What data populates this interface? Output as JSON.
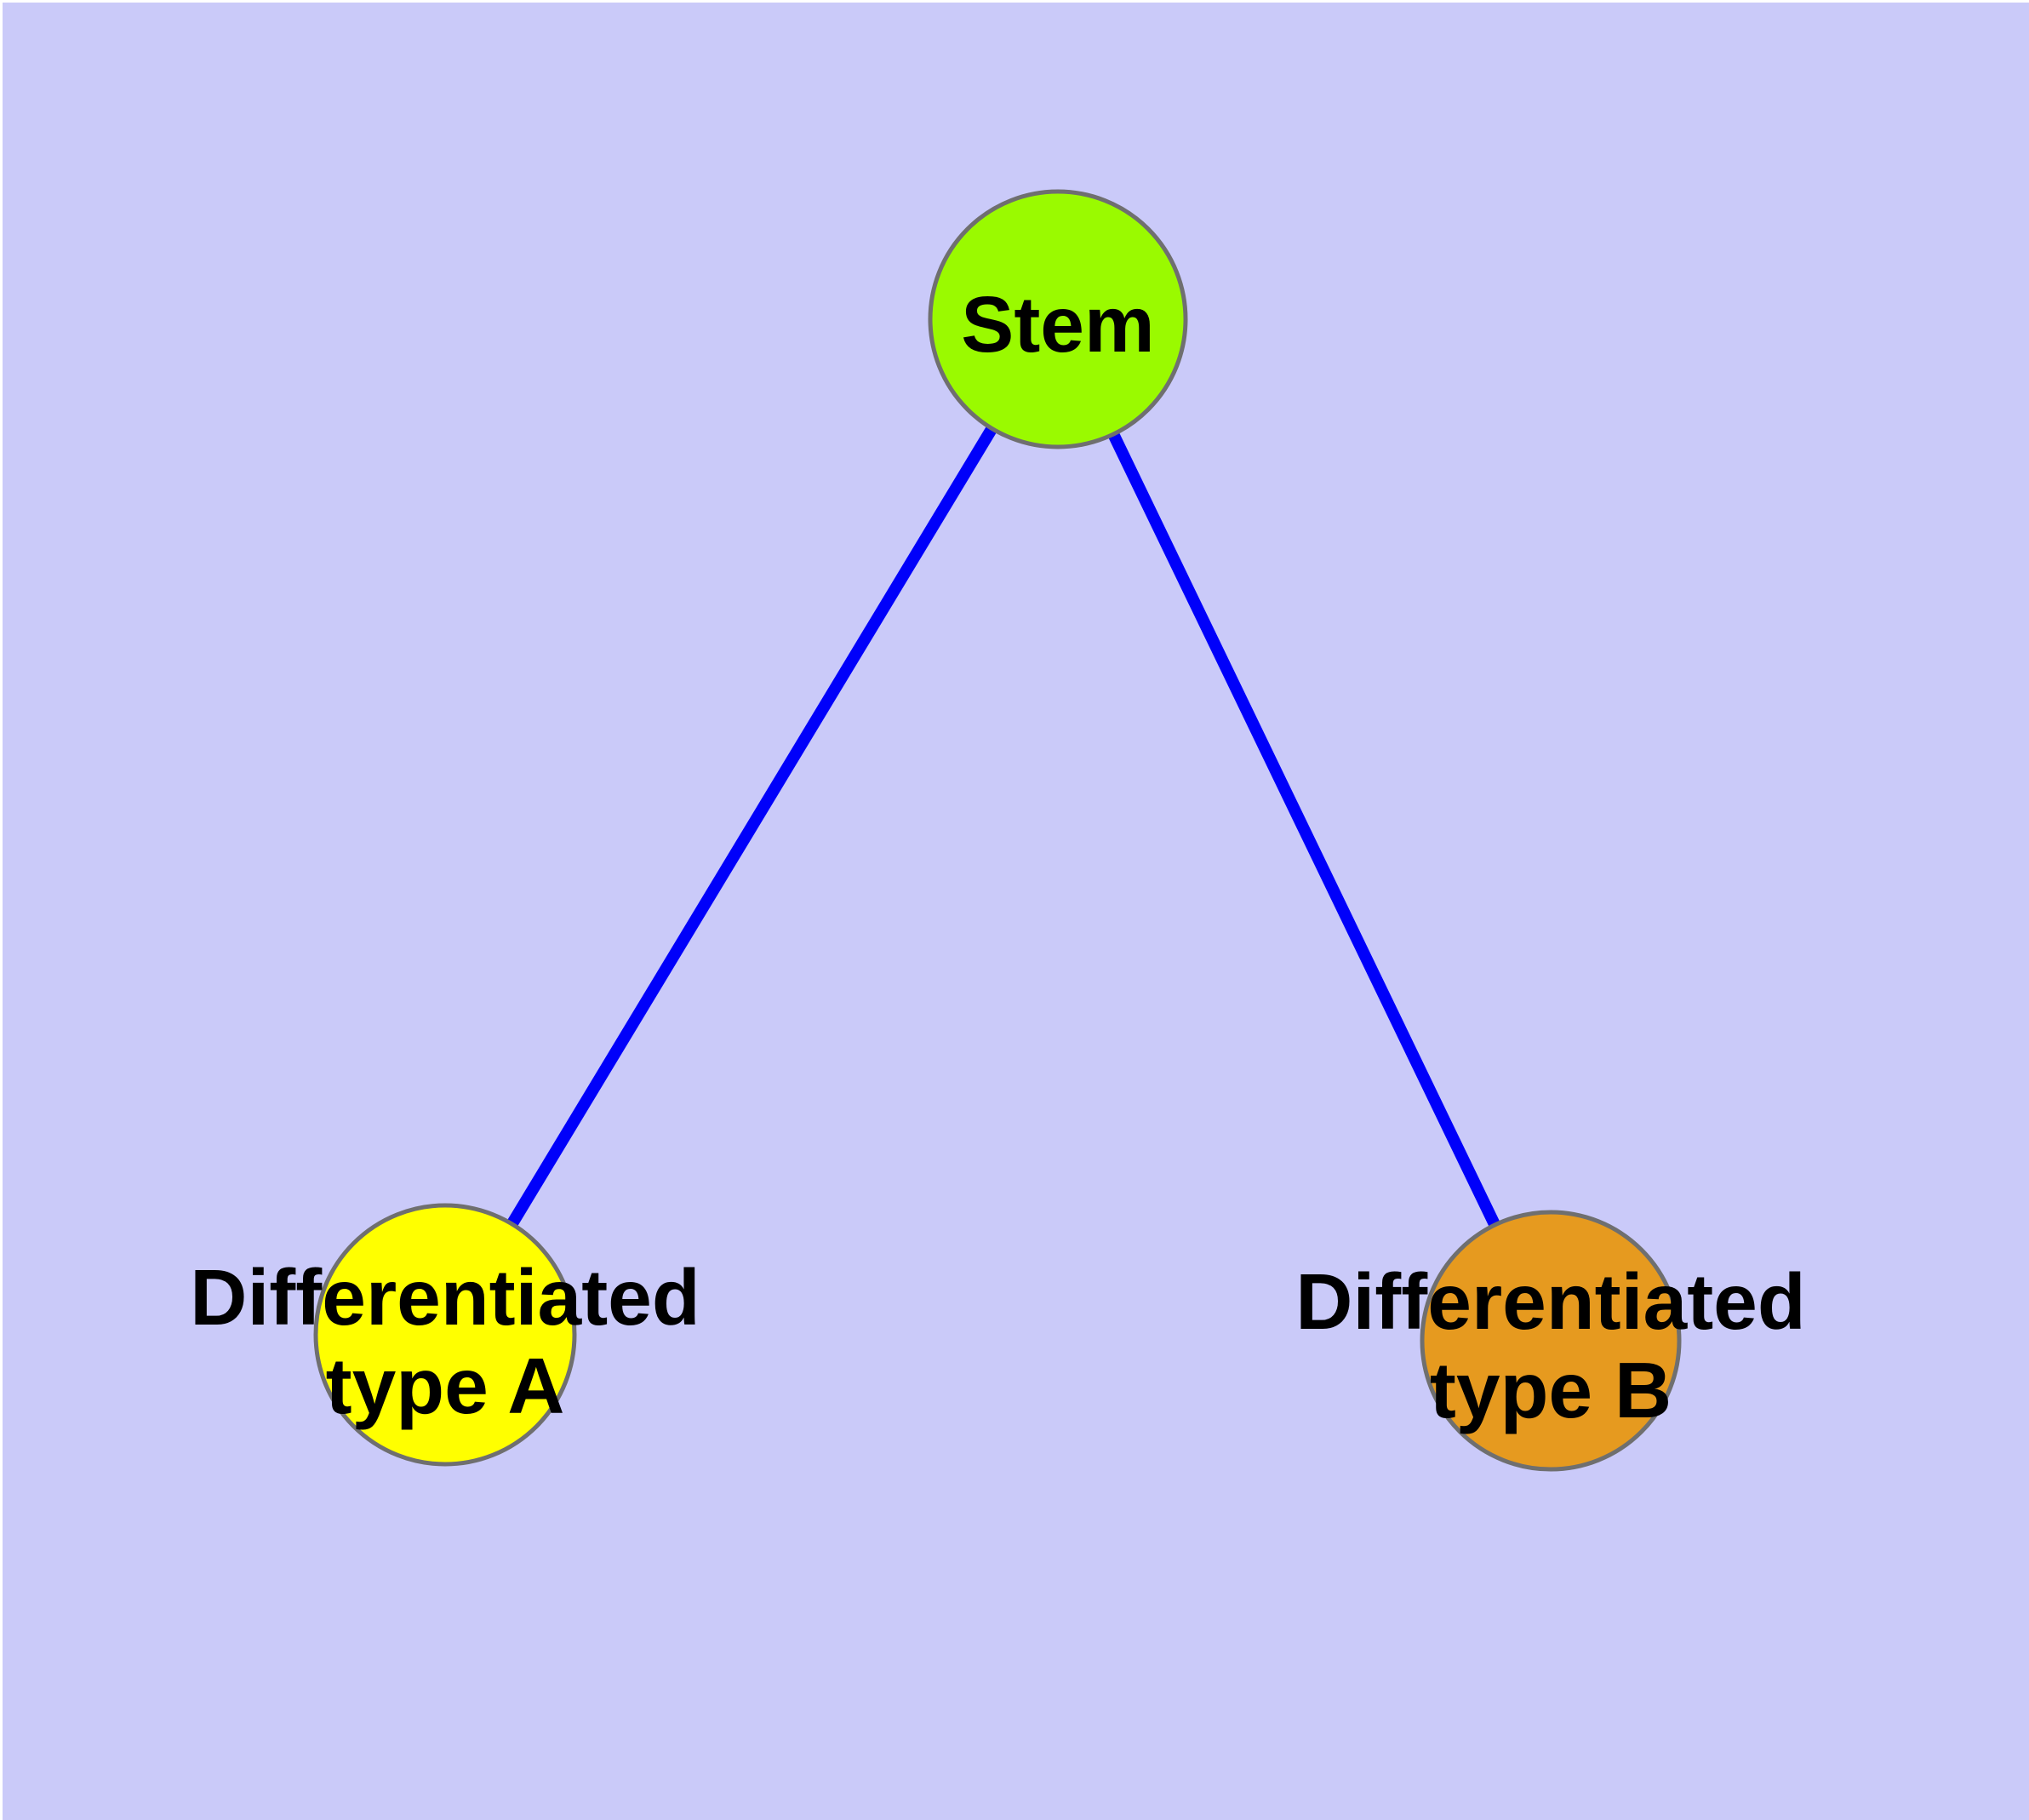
{
  "diagram": {
    "title": "",
    "background_color": "#CACAF9",
    "edge_color": "#0000FA",
    "node_border_color": "#6F6F6F",
    "label_color": "#000000",
    "nodes": [
      {
        "id": "stem",
        "label": "Stem",
        "color": "#9AFA00"
      },
      {
        "id": "type-a",
        "label": "Differentiated\ntype A",
        "color": "#FFFF00"
      },
      {
        "id": "type-b",
        "label": "Differentiated\ntype B",
        "color": "#E69A1F"
      }
    ],
    "edges": [
      {
        "from": "stem",
        "to": "type-a"
      },
      {
        "from": "stem",
        "to": "type-b"
      }
    ]
  }
}
